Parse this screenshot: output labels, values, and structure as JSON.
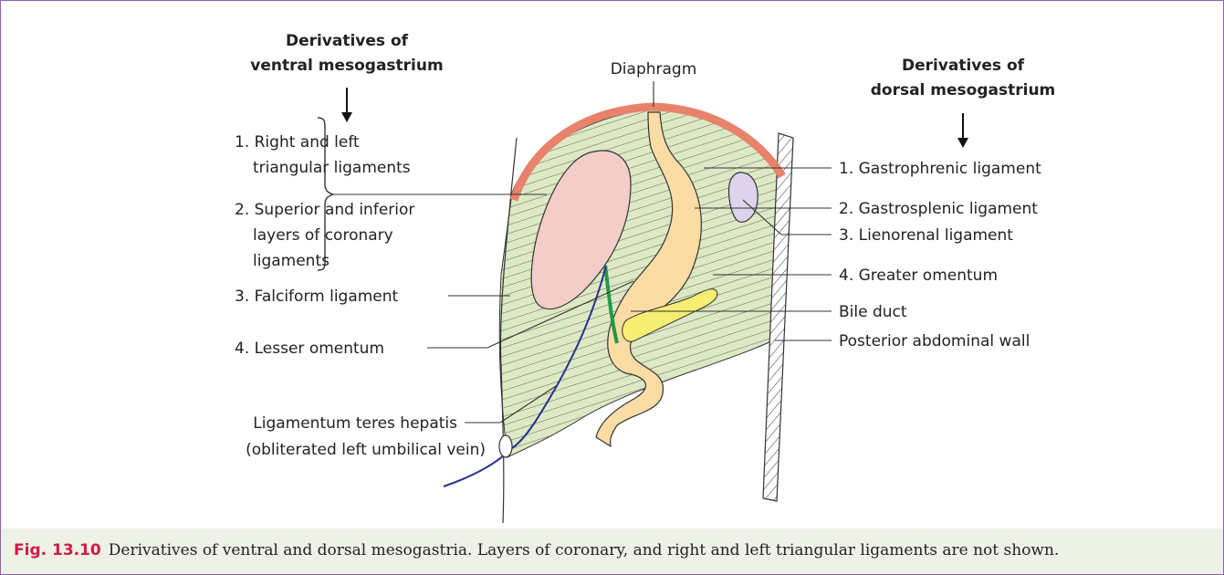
{
  "headers": {
    "ventral": [
      "Derivatives of",
      "ventral mesogastrium"
    ],
    "dorsal": [
      "Derivatives of",
      "dorsal mesogastrium"
    ]
  },
  "labels": {
    "diaphragm": "Diaphragm",
    "ventral_items": [
      [
        "1. Right and left",
        "triangular ligaments"
      ],
      [
        "2. Superior and inferior",
        "layers of coronary",
        "ligaments"
      ],
      [
        "3. Falciform ligament"
      ],
      [
        "4. Lesser omentum"
      ]
    ],
    "ligamentum_teres": [
      "Ligamentum teres hepatis",
      "(obliterated left umbilical vein)"
    ],
    "dorsal_items": [
      "1. Gastrophrenic ligament",
      "2. Gastrosplenic ligament",
      "3. Lienorenal ligament",
      "4. Greater omentum",
      "Bile duct",
      "Posterior abdominal wall"
    ]
  },
  "caption": {
    "number": "Fig. 13.10",
    "text": "Derivatives of ventral and dorsal mesogastria. Layers of coronary, and right and left triangular ligaments are not shown."
  },
  "colors": {
    "frame": "#8a63b4",
    "caption_bg": "#eef1e6",
    "fig_number": "#d1194b",
    "mesentery": "#dce9c4",
    "hatch": "#43413b",
    "diaphragm": "#e8826b",
    "liver": "#f3cdc7",
    "stomach": "#fbdca5",
    "spleen": "#ddd3ec",
    "bile_duct": "#f6ee72",
    "umbilical_vein": "#2a2f8f",
    "lesser_omentum_edge": "#1e9a4a"
  }
}
